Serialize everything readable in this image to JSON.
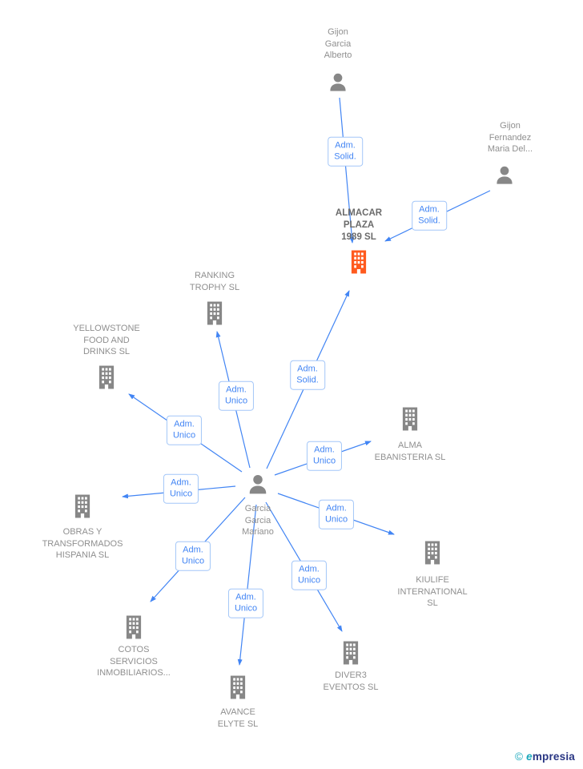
{
  "palette": {
    "edge_blue": "#4285f4",
    "edge_label_border": "#a3c6f8",
    "node_gray": "#878787",
    "label_gray": "#8f8f8f",
    "highlight_orange": "#ff5a1e",
    "highlight_label_gray": "#6b6b6b",
    "brand_teal": "#1ba8bc",
    "brand_navy": "#283583"
  },
  "nodes": {
    "alberto": {
      "type": "person",
      "label": "Gijon\nGarcia\nAlberto"
    },
    "fernandez": {
      "type": "person",
      "label": "Gijon\nFernandez\nMaria Del..."
    },
    "mariano": {
      "type": "person",
      "label": "Garcia\nGarcia\nMariano"
    },
    "almacar": {
      "type": "company",
      "label": "ALMACAR\nPLAZA\n1989 SL",
      "highlighted": true
    },
    "ranking": {
      "type": "company",
      "label": "RANKING\nTROPHY SL"
    },
    "yellowstone": {
      "type": "company",
      "label": "YELLOWSTONE\nFOOD AND\nDRINKS SL"
    },
    "alma": {
      "type": "company",
      "label": "ALMA\nEBANISTERIA SL"
    },
    "obras": {
      "type": "company",
      "label": "OBRAS Y\nTRANSFORMADOS\nHISPANIA SL"
    },
    "kiulife": {
      "type": "company",
      "label": "KIULIFE\nINTERNATIONAL\nSL"
    },
    "cotos": {
      "type": "company",
      "label": "COTOS\nSERVICIOS\nINMOBILIARIOS..."
    },
    "avance": {
      "type": "company",
      "label": "AVANCE\nELYTE SL"
    },
    "diver3": {
      "type": "company",
      "label": "DIVER3\nEVENTOS SL"
    }
  },
  "relations": {
    "adm_solid": "Adm.\nSolid.",
    "adm_unico": "Adm.\nUnico"
  },
  "watermark": {
    "copyright": "©",
    "brand_initial": "e",
    "brand_rest": "mpresia"
  }
}
